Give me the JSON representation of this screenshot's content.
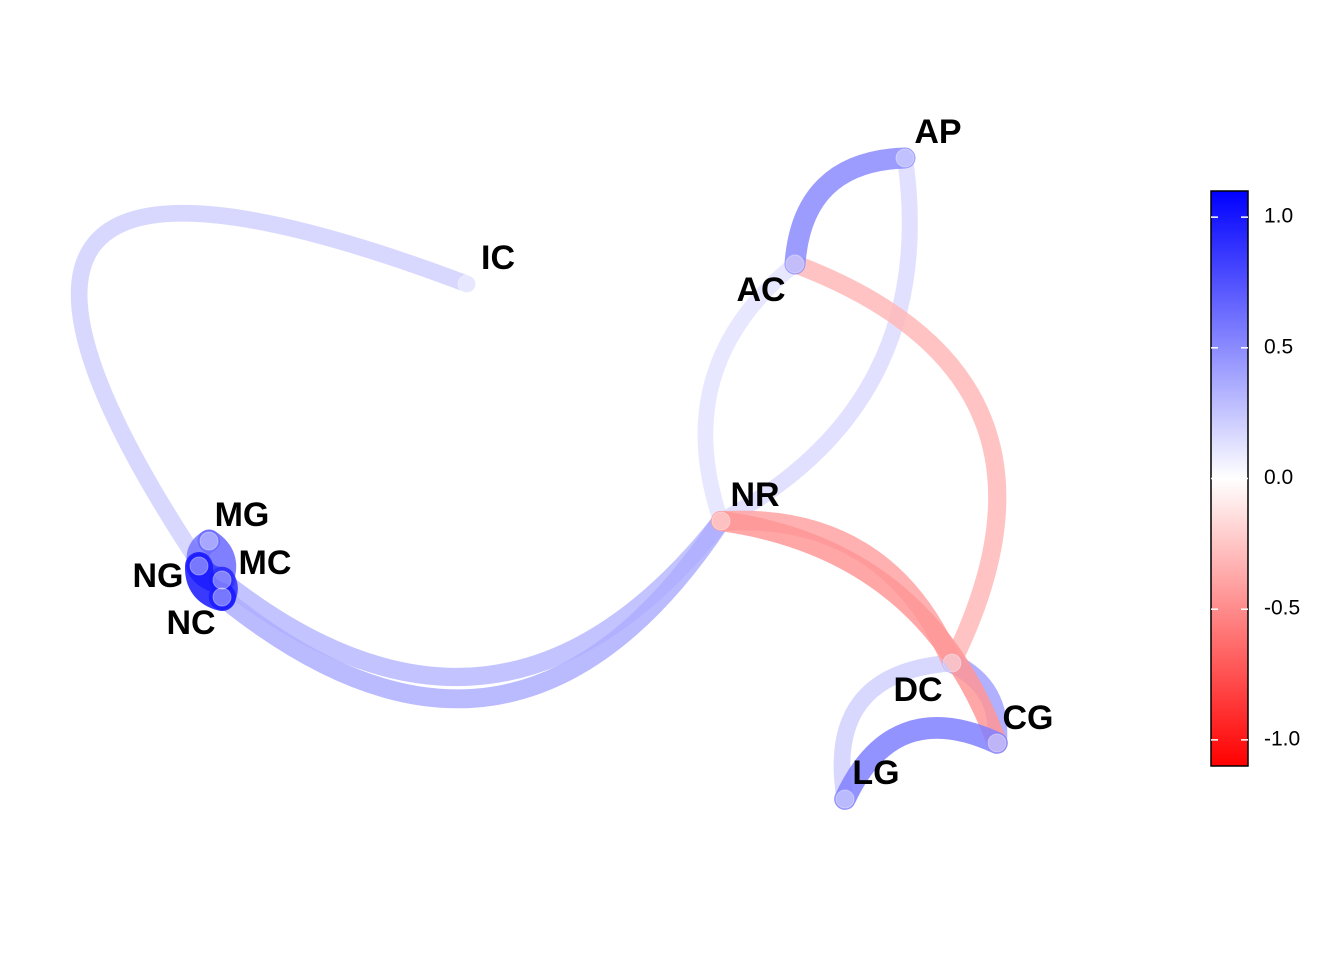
{
  "nodes": [
    {
      "id": "IC",
      "label": "IC"
    },
    {
      "id": "AP",
      "label": "AP"
    },
    {
      "id": "AC",
      "label": "AC"
    },
    {
      "id": "NR",
      "label": "NR"
    },
    {
      "id": "MG",
      "label": "MG"
    },
    {
      "id": "NG",
      "label": "NG"
    },
    {
      "id": "MC",
      "label": "MC"
    },
    {
      "id": "NC",
      "label": "NC"
    },
    {
      "id": "DC",
      "label": "DC"
    },
    {
      "id": "CG",
      "label": "CG"
    },
    {
      "id": "LG",
      "label": "LG"
    }
  ],
  "edges": [
    {
      "from": "IC",
      "to": "NC",
      "weight": 0.2
    },
    {
      "from": "NR",
      "to": "NC",
      "weight": 0.35
    },
    {
      "from": "NR",
      "to": "MC",
      "weight": 0.3
    },
    {
      "from": "AC",
      "to": "AP",
      "weight": 0.5
    },
    {
      "from": "AP",
      "to": "NR",
      "weight": 0.15
    },
    {
      "from": "AC",
      "to": "NR",
      "weight": 0.12
    },
    {
      "from": "AC",
      "to": "DC",
      "weight": -0.3
    },
    {
      "from": "NR",
      "to": "CG",
      "weight": -0.45
    },
    {
      "from": "NR",
      "to": "DC",
      "weight": -0.4
    },
    {
      "from": "DC",
      "to": "CG",
      "weight": 0.4
    },
    {
      "from": "LG",
      "to": "CG",
      "weight": 0.55
    },
    {
      "from": "LG",
      "to": "DC",
      "weight": 0.2
    },
    {
      "from": "MG",
      "to": "NG",
      "weight": 0.6
    },
    {
      "from": "MG",
      "to": "MC",
      "weight": 0.65
    },
    {
      "from": "NG",
      "to": "NC",
      "weight": 1.0
    },
    {
      "from": "MC",
      "to": "NC",
      "weight": 0.9
    },
    {
      "from": "NG",
      "to": "MC",
      "weight": 0.85
    }
  ],
  "legend": {
    "colors": {
      "low": "#ff0000",
      "mid": "#ffffff",
      "high": "#0000ff"
    },
    "range": [
      -1.1,
      1.1
    ],
    "ticks": [
      {
        "value": 1.0,
        "label": "1.0"
      },
      {
        "value": 0.5,
        "label": "0.5"
      },
      {
        "value": 0.0,
        "label": "0.0"
      },
      {
        "value": -0.5,
        "label": "-0.5"
      },
      {
        "value": -1.0,
        "label": "-1.0"
      }
    ]
  }
}
